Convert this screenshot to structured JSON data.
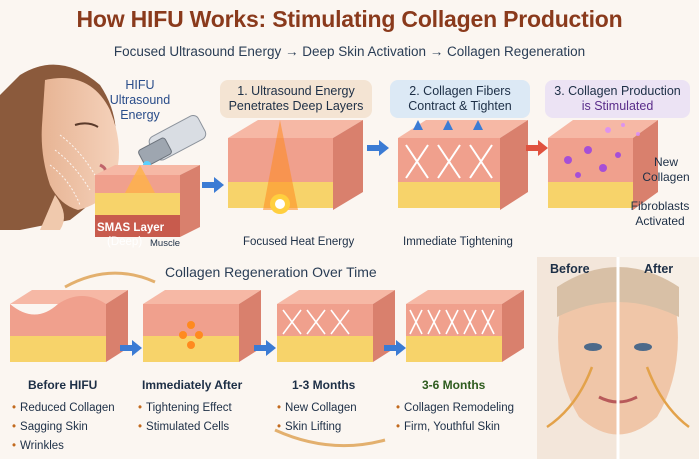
{
  "header": {
    "title": "How HIFU Works: Stimulating Collagen Production",
    "subtitle": "Focused Ultrasound Energy → Deep Skin Activation → Collagen Regeneration"
  },
  "device": {
    "label_line1": "HIFU",
    "label_line2": "Ultrasound",
    "label_line3": "Energy"
  },
  "smas": {
    "label": "SMAS Layer",
    "sublabel": "(Deep)",
    "muscle": "Muscle"
  },
  "steps": [
    {
      "line1": "1. Ultrasound Energy",
      "line2": "Penetrates Deep Layers",
      "caption": "Focused Heat Energy"
    },
    {
      "line1": "2. Collagen Fibers",
      "line2": "Contract & Tighten",
      "caption": "Immediate Tightening"
    },
    {
      "line1": "3. Collagen Production",
      "line2": "is Stimulated",
      "note1_a": "New",
      "note1_b": "Collagen",
      "note2_a": "Fibroblasts",
      "note2_b": "Activated"
    }
  ],
  "timeline": {
    "title": "Collagen Regeneration Over Time",
    "stages": [
      {
        "heading": "Before HIFU",
        "bullets": [
          "Reduced Collagen",
          "Sagging Skin",
          "Wrinkles"
        ]
      },
      {
        "heading": "Immediately After",
        "bullets": [
          "Tightening Effect",
          "Stimulated Cells"
        ]
      },
      {
        "heading": "1-3 Months",
        "bullets": [
          "New Collagen",
          "Skin Lifting"
        ]
      },
      {
        "heading": "3-6 Months",
        "bullets": [
          "Collagen Remodeling",
          "Firm, Youthful Skin"
        ]
      }
    ]
  },
  "comparison": {
    "before": "Before",
    "after": "After"
  },
  "colors": {
    "title": "#8a3a1c",
    "text": "#1d2f46",
    "arrow": "#3b7bd4",
    "skin_top": "#f2a79a",
    "fat": "#f7d36a",
    "energy": "#ff8a1f"
  },
  "icons": [
    "face-illustration",
    "hifu-probe-icon",
    "arrow-right-icon",
    "skin-cross-section-icon",
    "face-comparison-illustration"
  ]
}
